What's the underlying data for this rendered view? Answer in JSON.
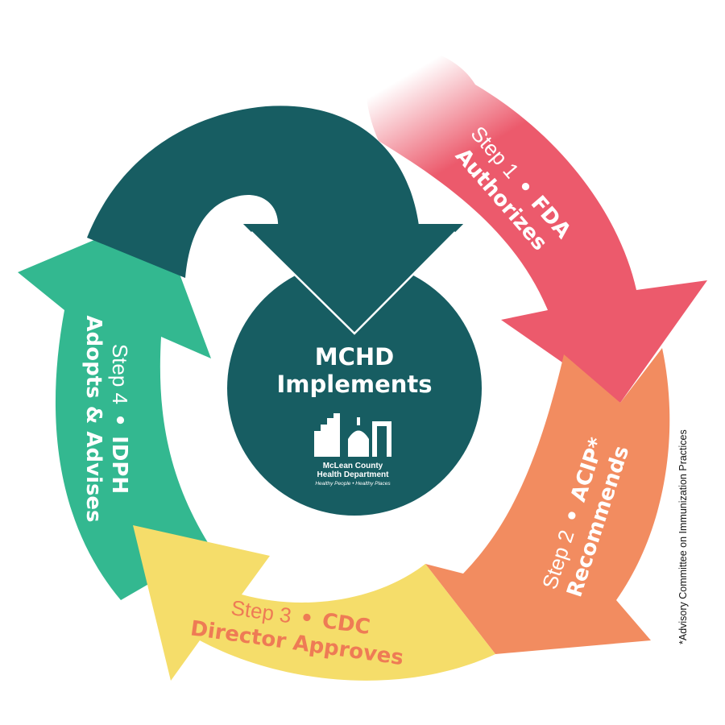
{
  "colors": {
    "step1": "#ec5a6c",
    "step2": "#f28c60",
    "step3": "#f5dd6a",
    "step4": "#33b890",
    "center": "#175d62",
    "text_light": "#ffffff",
    "text_step3": "#ee7b55"
  },
  "center": {
    "title_line1": "MCHD",
    "title_line2": "Implements",
    "logo": {
      "name_line1": "McLean County",
      "name_line2": "Health Department",
      "tagline": "Healthy People • Healthy Places"
    }
  },
  "steps": [
    {
      "step": "Step 1",
      "agency": "FDA",
      "action": "Authorizes",
      "icon": "arrow-icon"
    },
    {
      "step": "Step 2",
      "agency": "ACIP*",
      "action": "Recommends",
      "icon": "arrow-icon"
    },
    {
      "step": "Step 3",
      "agency": "CDC",
      "action": "Director Approves",
      "icon": "arrow-icon"
    },
    {
      "step": "Step 4",
      "agency": "IDPH",
      "action": "Adopts & Advises",
      "icon": "arrow-icon"
    }
  ],
  "separator": "•",
  "footnote": "*Advisory Committee on Immunization Practices"
}
